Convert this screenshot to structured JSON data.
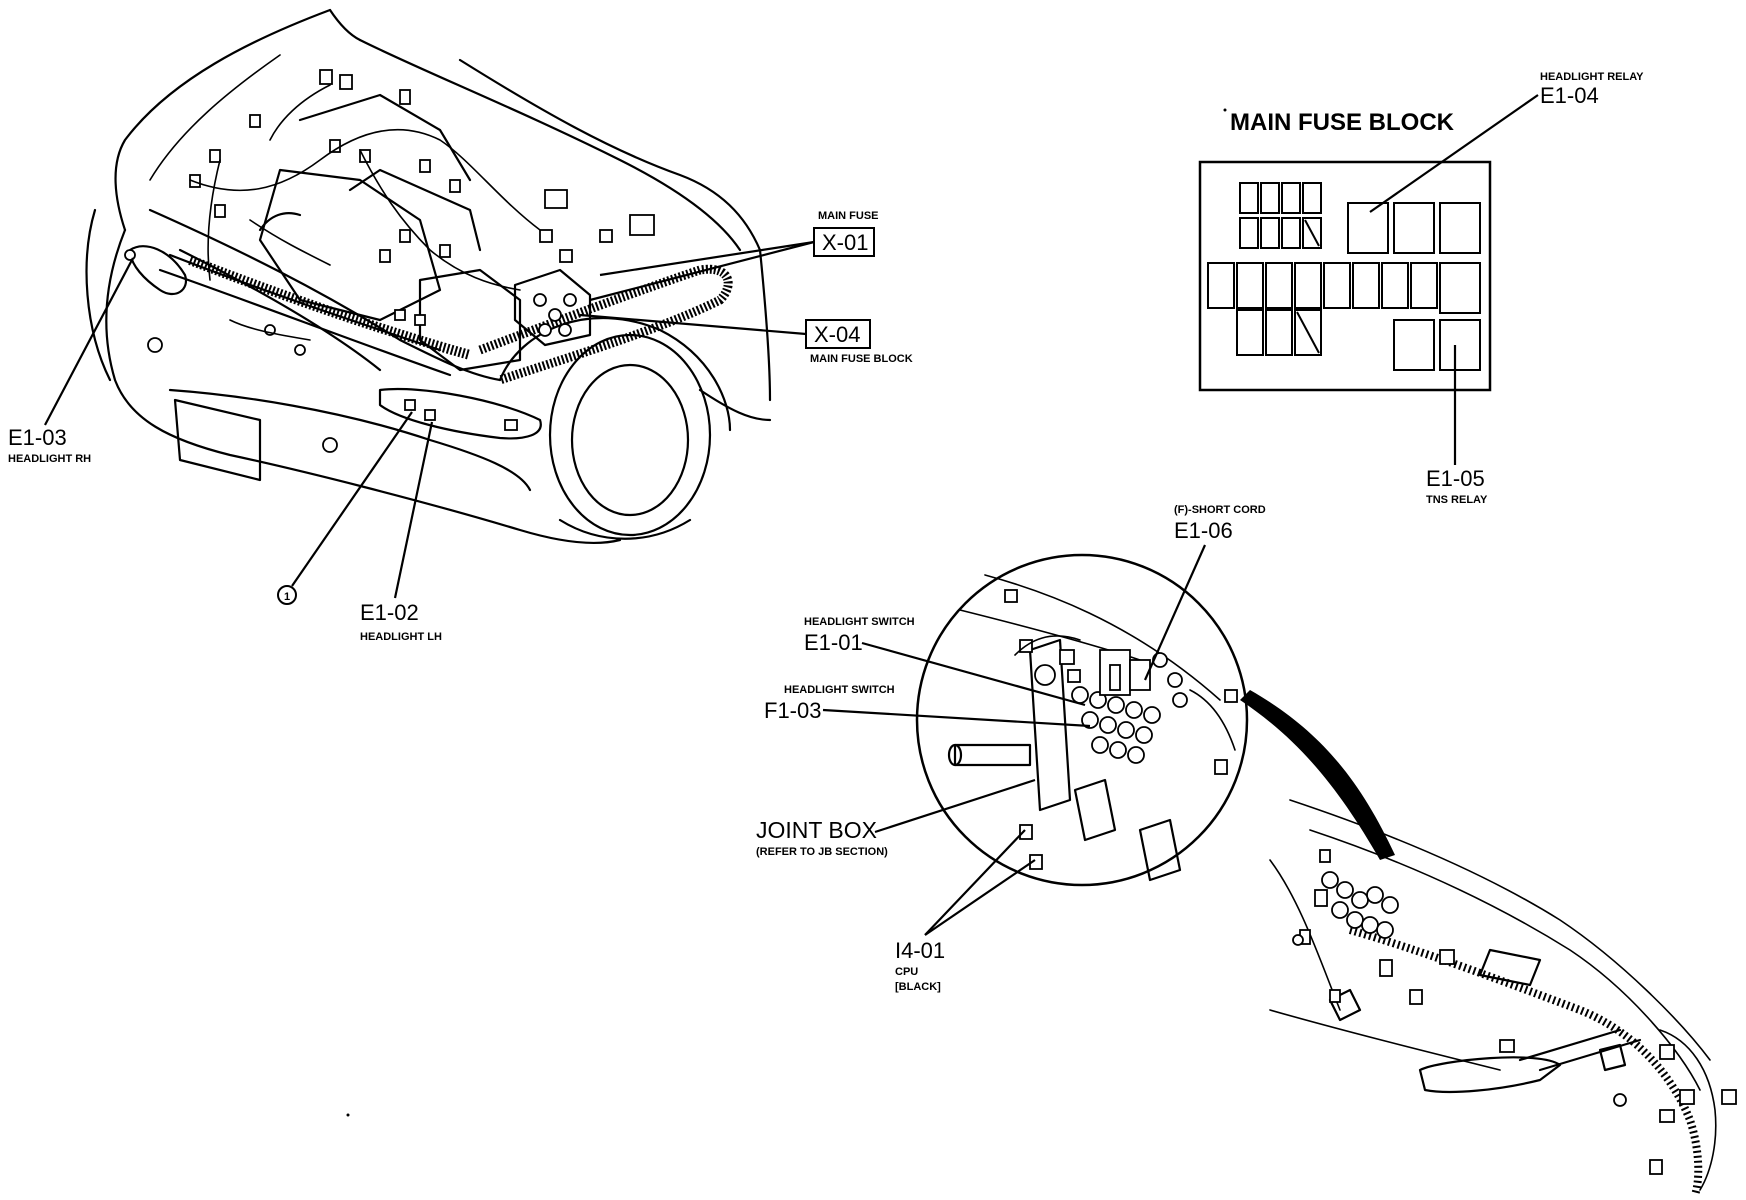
{
  "labels": {
    "main_fuse_block_title": "MAIN FUSE BLOCK",
    "e1_04": {
      "code": "E1-04",
      "desc": "HEADLIGHT RELAY"
    },
    "e1_05": {
      "code": "E1-05",
      "desc": "TNS RELAY"
    },
    "x_01": {
      "code": "X-01",
      "desc": "MAIN FUSE"
    },
    "x_04": {
      "code": "X-04",
      "desc": "MAIN FUSE BLOCK"
    },
    "e1_03": {
      "code": "E1-03",
      "desc": "HEADLIGHT RH"
    },
    "e1_02": {
      "code": "E1-02",
      "desc": "HEADLIGHT LH"
    },
    "callout_1": "1",
    "e1_06": {
      "code": "E1-06",
      "desc": "(F)-SHORT CORD"
    },
    "e1_01": {
      "code": "E1-01",
      "desc": "HEADLIGHT SWITCH"
    },
    "f1_03": {
      "code": "F1-03",
      "desc": "HEADLIGHT SWITCH"
    },
    "joint_box": {
      "name": "JOINT BOX",
      "desc": "(REFER TO JB SECTION)"
    },
    "i4_01": {
      "code": "I4-01",
      "desc": "CPU",
      "color": "[BLACK]"
    }
  },
  "colors": {
    "line": "#000000",
    "background": "#ffffff"
  }
}
